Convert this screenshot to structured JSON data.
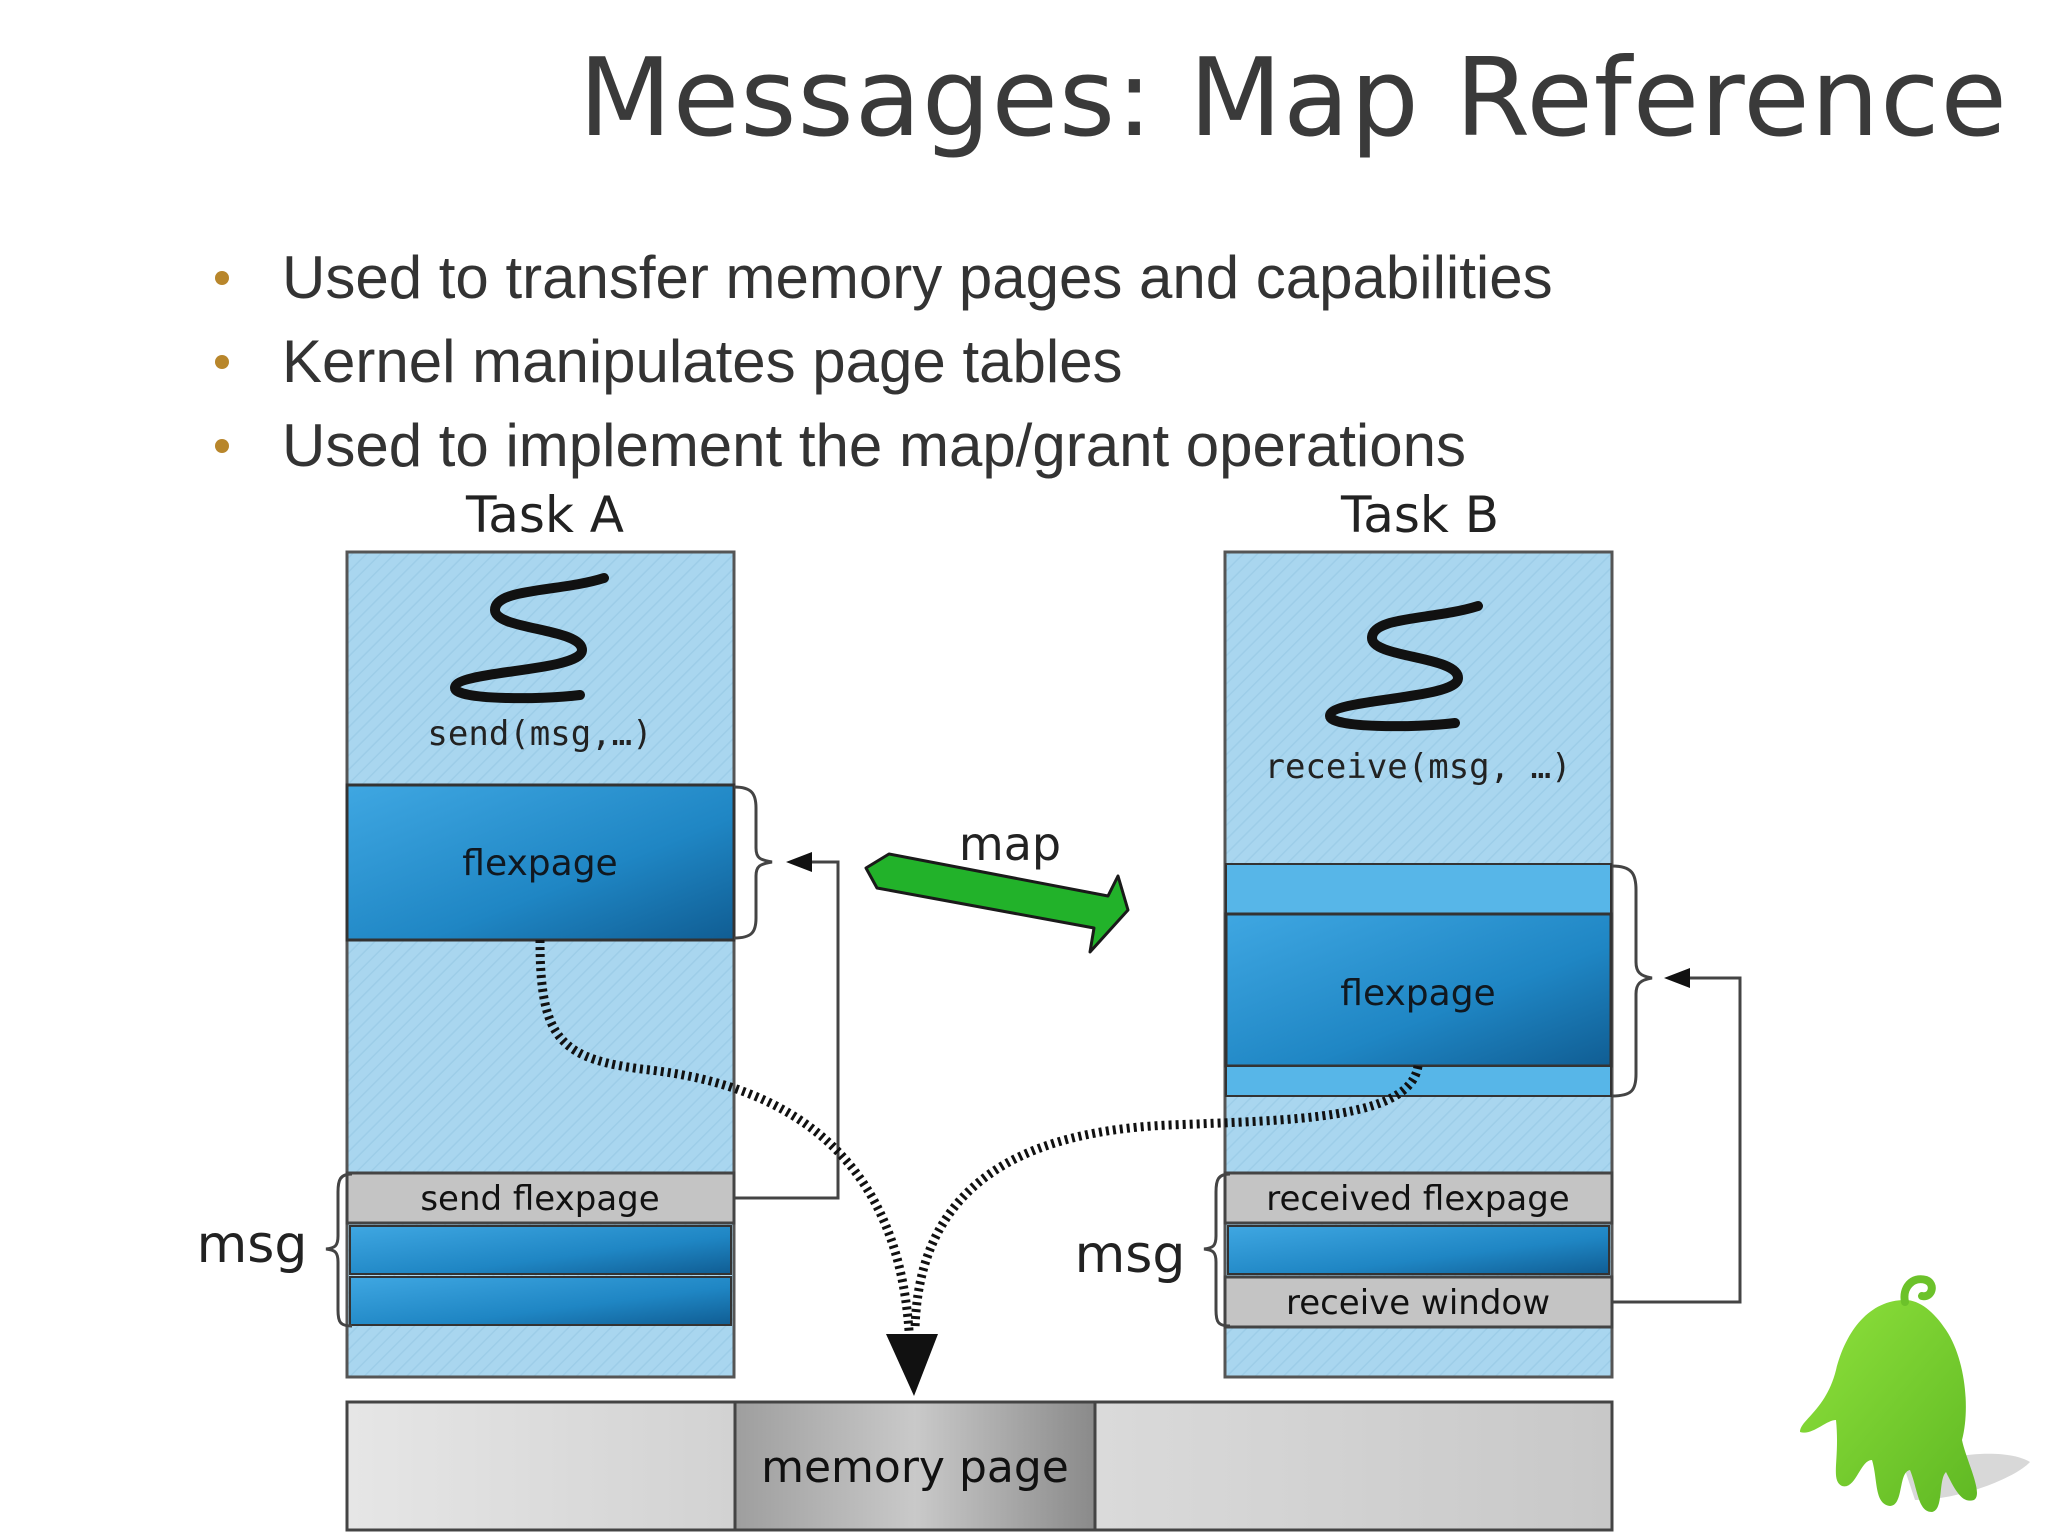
{
  "slide": {
    "title": "Messages: Map Reference",
    "bullets": [
      "Used to transfer memory pages and capabilities",
      "Kernel manipulates page tables",
      "Used to implement the map/grant operations"
    ]
  },
  "diagram": {
    "task_a": {
      "title": "Task A",
      "call": "send(msg,…)",
      "flexpage": "flexpage",
      "send_flexpage": "send flexpage",
      "msg": "msg"
    },
    "task_b": {
      "title": "Task B",
      "call": "receive(msg, …)",
      "flexpage": "flexpage",
      "received_flexpage": "received flexpage",
      "receive_window": "receive window",
      "msg": "msg"
    },
    "map_label": "map",
    "memory_page": "memory page"
  },
  "colors": {
    "title_text": "#3a3a3a",
    "bullet_text": "#333333",
    "bullet_marker": "#b8862b",
    "task_fill": "#a9d6ef",
    "flexpage_fill": "#2a8fcc",
    "bar_gray": "#c4c4c4",
    "map_arrow": "#22b22a",
    "mascot": "#7fd32f"
  }
}
